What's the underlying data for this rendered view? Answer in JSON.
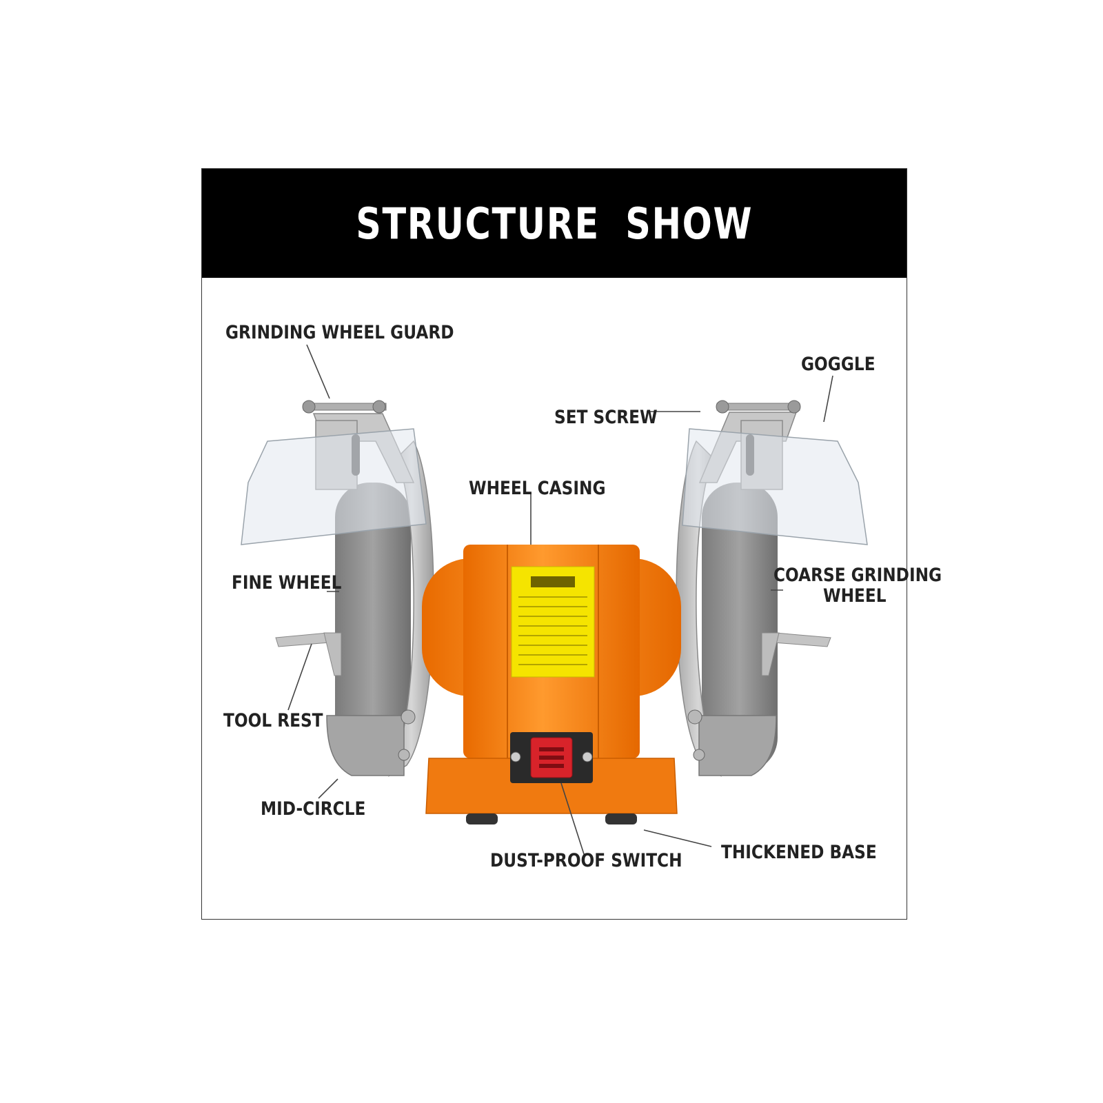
{
  "title": "STRUCTURE SHOW",
  "labels": {
    "grinding_wheel_guard": "GRINDING WHEEL GUARD",
    "goggle": "GOGGLE",
    "set_screw": "SET SCREW",
    "wheel_casing": "WHEEL CASING",
    "fine_wheel": "FINE WHEEL",
    "coarse_grinding_wheel_line1": "COARSE GRINDING",
    "coarse_grinding_wheel_line2": "WHEEL",
    "tool_rest": "TOOL REST",
    "mid_circle": "MID-CIRCLE",
    "dust_proof_switch": "DUST-PROOF SWITCH",
    "thickened_base": "THICKENED BASE"
  },
  "colors": {
    "banner": "#000000",
    "motor_orange": "#ff8a1a",
    "wheel_grey": "#8a8a8a",
    "guard_grey": "#b9b9b9",
    "switch_red": "#d8232a",
    "plate_yellow": "#f5e400"
  }
}
